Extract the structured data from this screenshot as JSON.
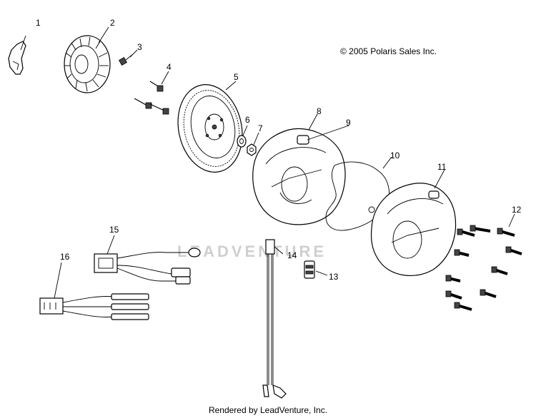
{
  "copyright": "© 2005 Polaris Sales Inc.",
  "footer": "Rendered by LeadVenture, Inc.",
  "watermark": "LEADVENTURE",
  "callouts": [
    "1",
    "2",
    "3",
    "4",
    "5",
    "6",
    "7",
    "8",
    "9",
    "10",
    "11",
    "12",
    "13",
    "14",
    "15",
    "16"
  ]
}
